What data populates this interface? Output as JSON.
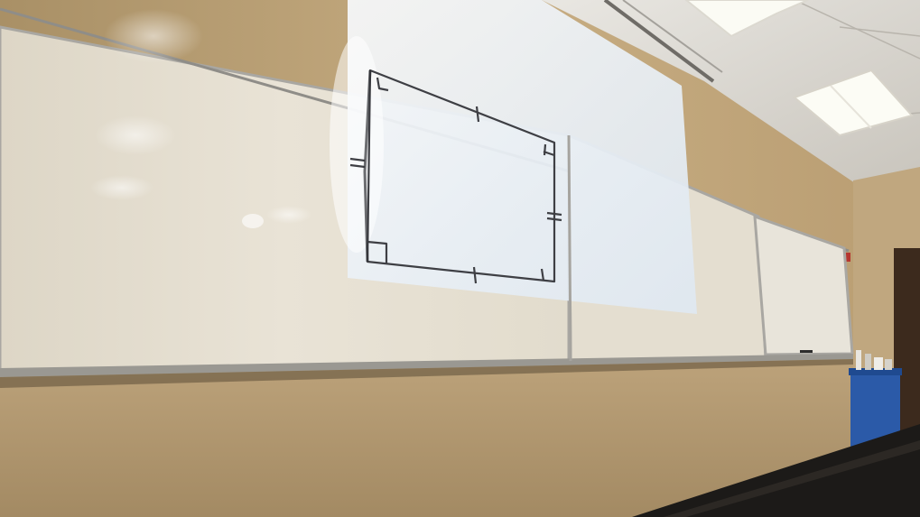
{
  "scene": {
    "description_label": "",
    "colors": {
      "wall": "#b8a07a",
      "wall_shadow": "#8a7656",
      "ceiling": "#d9d6d0",
      "light_panel": "#fbfbf6",
      "whiteboard": "#e6e0d2",
      "whiteboard_frame": "#a9a7a2",
      "projection": "#eef3f8",
      "drawing_ink": "#3e3f44",
      "bin": "#2b5aa8",
      "floor": "#1c1a18",
      "door": "#3c2a1d"
    },
    "icons": {
      "rectangle_drawing": "rectangle-with-tick-marks",
      "right_angle_marks": "right-angle-square",
      "recycle_bin": "blue-bin"
    }
  }
}
